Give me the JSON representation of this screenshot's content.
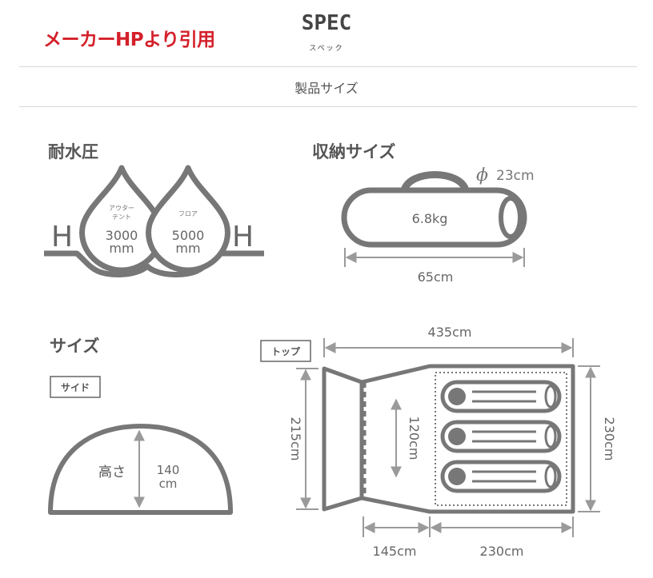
{
  "header": {
    "note": "メーカーHPより引用",
    "title": "SPEC",
    "subtitle": "スペック",
    "section_title": "製品サイズ"
  },
  "water_pressure": {
    "heading": "耐水圧",
    "left_letter": "H",
    "right_letter": "H",
    "outer_tent_label_line1": "アウター",
    "outer_tent_label_line2": "テント",
    "outer_tent_value": "3000",
    "outer_tent_unit": "mm",
    "floor_label": "フロア",
    "floor_value": "5000",
    "floor_unit": "mm"
  },
  "storage": {
    "heading": "収納サイズ",
    "weight": "6.8kg",
    "diameter_symbol": "ϕ",
    "diameter": "23cm",
    "length": "65cm"
  },
  "size": {
    "heading": "サイズ",
    "side_label": "サイド",
    "height_label": "高さ",
    "height_value": "140",
    "height_unit": "cm",
    "top_label": "トップ",
    "total_length": "435cm",
    "front_width": "215cm",
    "entrance_width": "120cm",
    "inner_width": "230cm",
    "vestibule_depth": "145cm",
    "inner_depth": "230cm"
  },
  "colors": {
    "line": "#6b6b6b",
    "note_red": "#d4202a",
    "text": "#555555"
  }
}
